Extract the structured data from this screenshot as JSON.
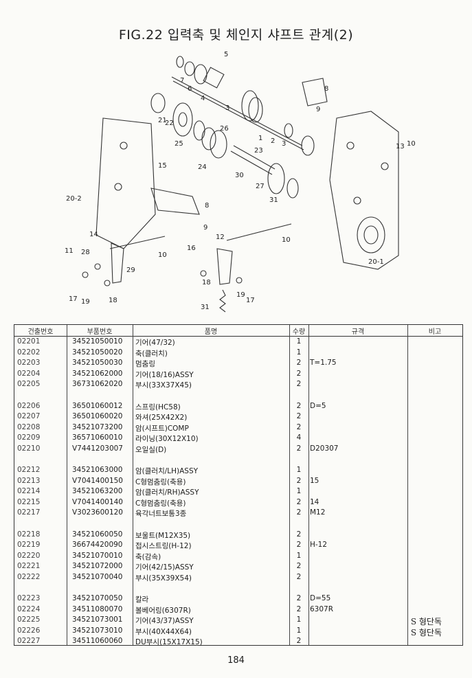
{
  "title": "FIG.22 입력축 및 체인지 샤프트 관계(2)",
  "callouts": [
    {
      "label": "7"
    },
    {
      "label": "6"
    },
    {
      "label": "5"
    },
    {
      "label": "4"
    },
    {
      "label": "3"
    },
    {
      "label": "1"
    },
    {
      "label": "2"
    },
    {
      "label": "3"
    },
    {
      "label": "8"
    },
    {
      "label": "9"
    },
    {
      "label": "21"
    },
    {
      "label": "22"
    },
    {
      "label": "25"
    },
    {
      "label": "26"
    },
    {
      "label": "23"
    },
    {
      "label": "30"
    },
    {
      "label": "24"
    },
    {
      "label": "27"
    },
    {
      "label": "31"
    },
    {
      "label": "15"
    },
    {
      "label": "13"
    },
    {
      "label": "10"
    },
    {
      "label": "20-2"
    },
    {
      "label": "20-1"
    },
    {
      "label": "8"
    },
    {
      "label": "9"
    },
    {
      "label": "14"
    },
    {
      "label": "28"
    },
    {
      "label": "11"
    },
    {
      "label": "29"
    },
    {
      "label": "10"
    },
    {
      "label": "12"
    },
    {
      "label": "16"
    },
    {
      "label": "18"
    },
    {
      "label": "17"
    },
    {
      "label": "19"
    },
    {
      "label": "18"
    },
    {
      "label": "31"
    },
    {
      "label": "19"
    },
    {
      "label": "17"
    },
    {
      "label": "10"
    }
  ],
  "table": {
    "headers": [
      "건출번호",
      "부품번호",
      "품명",
      "수량",
      "규격",
      "비고"
    ],
    "groups": [
      [
        {
          "no": "02201",
          "part": "34521050010",
          "name": "기어(47/32)",
          "qty": "1",
          "spec": "",
          "remark": ""
        },
        {
          "no": "02202",
          "part": "34521050020",
          "name": "축(클러치)",
          "qty": "1",
          "spec": "",
          "remark": ""
        },
        {
          "no": "02203",
          "part": "34521050030",
          "name": "멈춤링",
          "qty": "2",
          "spec": "T=1.75",
          "remark": ""
        },
        {
          "no": "02204",
          "part": "34521062000",
          "name": "기어(18/16)ASSY",
          "qty": "2",
          "spec": "",
          "remark": ""
        },
        {
          "no": "02205",
          "part": "36731062020",
          "name": "부시(33X37X45)",
          "qty": "2",
          "spec": "",
          "remark": ""
        }
      ],
      [
        {
          "no": "02206",
          "part": "36501060012",
          "name": "스프링(HC58)",
          "qty": "2",
          "spec": "D=5",
          "remark": ""
        },
        {
          "no": "02207",
          "part": "36501060020",
          "name": "와셔(25X42X2)",
          "qty": "2",
          "spec": "",
          "remark": ""
        },
        {
          "no": "02208",
          "part": "34521073200",
          "name": "암(시프트)COMP",
          "qty": "2",
          "spec": "",
          "remark": ""
        },
        {
          "no": "02209",
          "part": "36571060010",
          "name": "라이닝(30X12X10)",
          "qty": "4",
          "spec": "",
          "remark": ""
        },
        {
          "no": "02210",
          "part": "V7441203007",
          "name": "오일실(D)",
          "qty": "2",
          "spec": "D20307",
          "remark": ""
        }
      ],
      [
        {
          "no": "02212",
          "part": "34521063000",
          "name": "암(클러치/LH)ASSY",
          "qty": "1",
          "spec": "",
          "remark": ""
        },
        {
          "no": "02213",
          "part": "V7041400150",
          "name": "C형멈춤링(축용)",
          "qty": "2",
          "spec": "15",
          "remark": ""
        },
        {
          "no": "02214",
          "part": "34521063200",
          "name": "암(클러치/RH)ASSY",
          "qty": "1",
          "spec": "",
          "remark": ""
        },
        {
          "no": "02215",
          "part": "V7041400140",
          "name": "C형멈춤링(축용)",
          "qty": "2",
          "spec": "14",
          "remark": ""
        },
        {
          "no": "02217",
          "part": "V3023600120",
          "name": "육각너트보통3종",
          "qty": "2",
          "spec": "M12",
          "remark": ""
        }
      ],
      [
        {
          "no": "02218",
          "part": "34521060050",
          "name": "보울트(M12X35)",
          "qty": "2",
          "spec": "",
          "remark": ""
        },
        {
          "no": "02219",
          "part": "36674420090",
          "name": "접시스트링(H-12)",
          "qty": "2",
          "spec": "H-12",
          "remark": ""
        },
        {
          "no": "02220",
          "part": "34521070010",
          "name": "축(감속)",
          "qty": "1",
          "spec": "",
          "remark": ""
        },
        {
          "no": "02221",
          "part": "34521072000",
          "name": "기어(42/15)ASSY",
          "qty": "2",
          "spec": "",
          "remark": ""
        },
        {
          "no": "02222",
          "part": "34521070040",
          "name": "부시(35X39X54)",
          "qty": "2",
          "spec": "",
          "remark": ""
        }
      ],
      [
        {
          "no": "02223",
          "part": "34521070050",
          "name": "칼라",
          "qty": "2",
          "spec": "D=55",
          "remark": ""
        },
        {
          "no": "02224",
          "part": "34511080070",
          "name": "볼베어링(6307R)",
          "qty": "2",
          "spec": "6307R",
          "remark": ""
        },
        {
          "no": "02225",
          "part": "34521073001",
          "name": "기어(43/37)ASSY",
          "qty": "1",
          "spec": "",
          "remark": "S 형단독"
        },
        {
          "no": "02226",
          "part": "34521073010",
          "name": "부시(40X44X64)",
          "qty": "1",
          "spec": "",
          "remark": "S 형단독"
        },
        {
          "no": "02227",
          "part": "34511060060",
          "name": "DU부시(15X17X15)",
          "qty": "2",
          "spec": "",
          "remark": ""
        }
      ]
    ]
  },
  "page_number": "184"
}
